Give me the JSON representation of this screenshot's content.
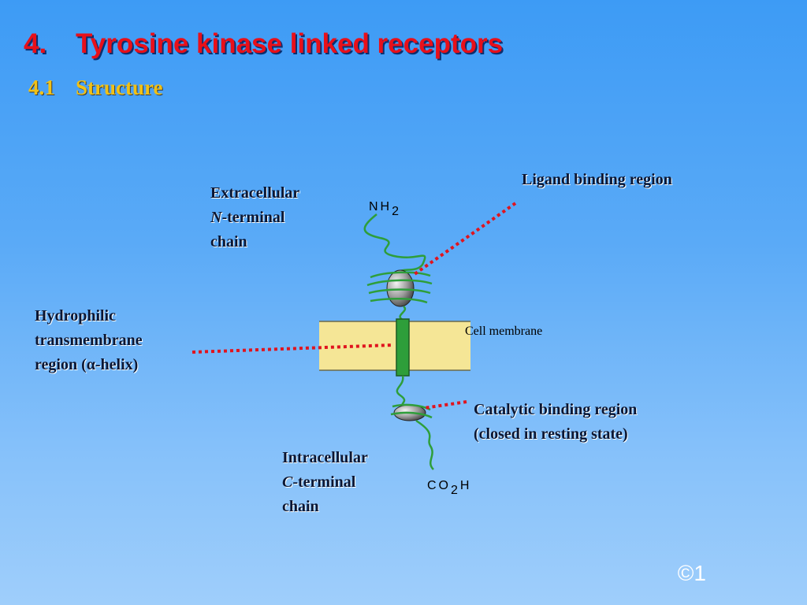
{
  "slide": {
    "title_number": "4.",
    "title_text": "Tyrosine kinase linked receptors",
    "subtitle_number": "4.1",
    "subtitle_text": "Structure",
    "footer": "©1"
  },
  "diagram": {
    "labels": {
      "ligand_binding": "Ligand binding region",
      "extracellular_line1": "Extracellular",
      "extracellular_italic": "N",
      "extracellular_line2_rest": "-terminal",
      "extracellular_line3": "chain",
      "hydrophilic_line1": "Hydrophilic",
      "hydrophilic_line2": "transmembrane",
      "hydrophilic_line3": "region (α-helix)",
      "catalytic_line1": "Catalytic binding region",
      "catalytic_line2": "(closed in resting state)",
      "intracellular_line1": "Intracellular",
      "intracellular_italic": "C",
      "intracellular_line2_rest": "-terminal",
      "intracellular_line3": "chain",
      "cell_membrane": "Cell membrane"
    },
    "chemistry": {
      "nh2_main": "NH",
      "nh2_sub": "2",
      "co2h_co": "CO",
      "co2h_sub": "2",
      "co2h_h": "H"
    },
    "colors": {
      "title": "#e8101a",
      "subtitle": "#f1c116",
      "membrane": "#f5e696",
      "helix": "#2e9e3a",
      "pointer": "#e0141e"
    }
  }
}
